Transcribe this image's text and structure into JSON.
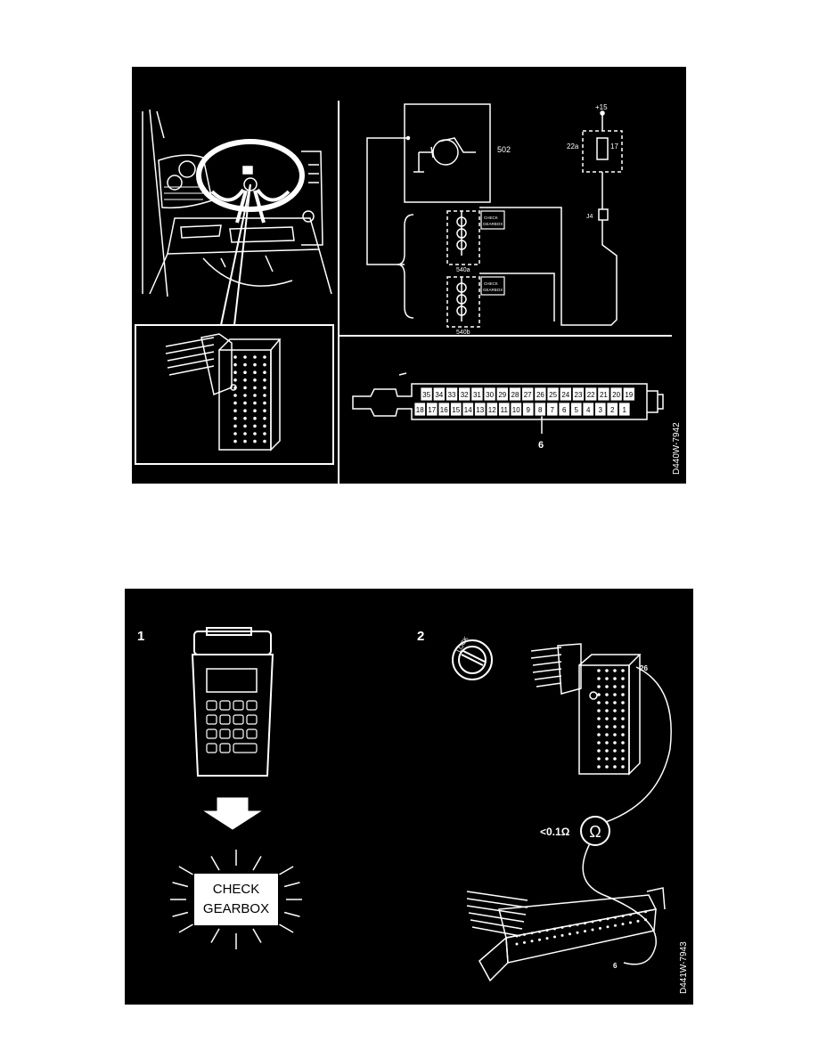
{
  "figure_top": {
    "code": "D440W-7942",
    "schematic": {
      "ecu_number": "502",
      "supply_label": "+15",
      "fuse_block": "22a",
      "fuse_number": "17",
      "connector_label": "J4",
      "panel_a": "540a",
      "panel_b": "540b",
      "lamp_text_line1": "CHECK",
      "lamp_text_line2": "GEARBOX",
      "lamp_b_text_line1": "CHECK",
      "lamp_b_text_line2": "GEARBOX"
    },
    "pin_connector": {
      "top_row": [
        "35",
        "34",
        "33",
        "32",
        "31",
        "30",
        "29",
        "28",
        "27",
        "26",
        "25",
        "24",
        "23",
        "22",
        "21",
        "20",
        "19"
      ],
      "bottom_row": [
        "18",
        "17",
        "16",
        "15",
        "14",
        "13",
        "12",
        "11",
        "10",
        "9",
        "8",
        "7",
        "6",
        "5",
        "4",
        "3",
        "2",
        "1"
      ],
      "callout": "6"
    }
  },
  "figure_bottom": {
    "code": "D441W-7943",
    "step1": {
      "number": "1",
      "warning_line1": "CHECK",
      "warning_line2": "GEARBOX"
    },
    "step2": {
      "number": "2",
      "lock_label": "LOCK",
      "pin_top": "26",
      "pin_bottom": "6",
      "resistance": "<0.1Ω",
      "meter_symbol": "Ω"
    }
  }
}
